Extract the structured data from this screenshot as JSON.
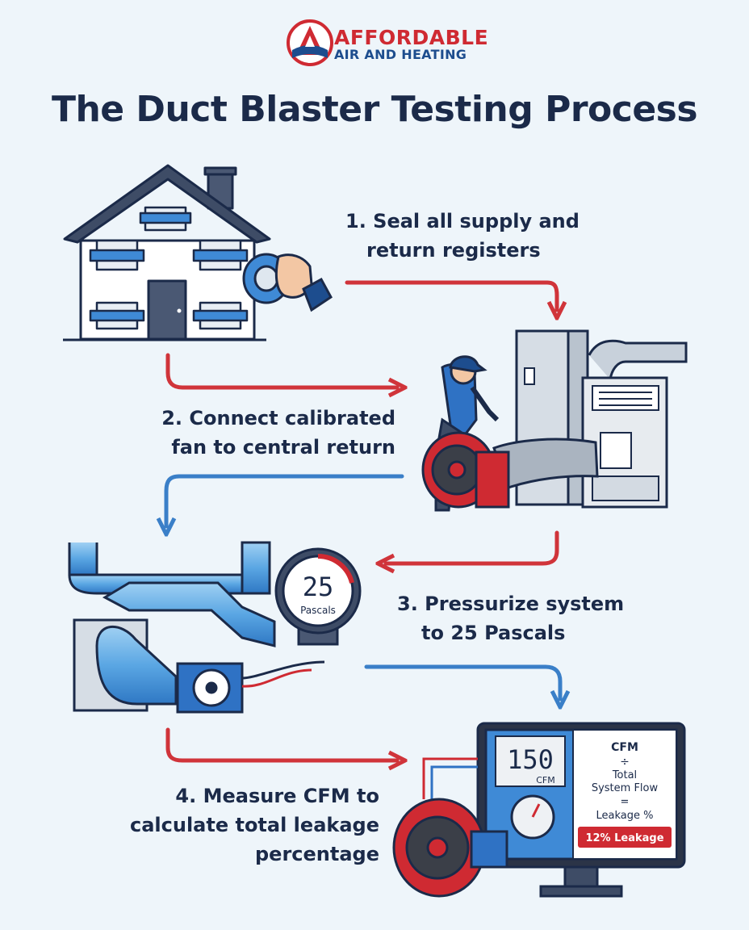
{
  "brand": {
    "line1": "AFFORDABLE",
    "line2": "AIR AND HEATING"
  },
  "title": "The Duct Blaster Testing Process",
  "steps": [
    {
      "line1": "1. Seal all supply and",
      "line2": "return registers"
    },
    {
      "line1": "2. Connect calibrated",
      "line2": "fan to central return"
    },
    {
      "line1": "3. Pressurize system",
      "line2": "to 25 Pascals"
    },
    {
      "line1": "4. Measure CFM to",
      "line2": "calculate total leakage",
      "line3": "percentage"
    }
  ],
  "gauge": {
    "value": "25",
    "unit": "Pascals"
  },
  "monitor": {
    "cfm_value": "150",
    "cfm_unit": "CFM",
    "formula_top": "CFM",
    "formula_divide": "÷",
    "formula_mid1": "Total",
    "formula_mid2": "System Flow",
    "formula_eq": "=",
    "formula_result": "Leakage %",
    "leakage_badge": "12% Leakage"
  },
  "colors": {
    "navy": "#1b2a49",
    "red": "#cf2a32",
    "blue": "#2f72c4",
    "arrow_red": "#d0343a",
    "arrow_blue": "#3a7fc8",
    "background": "#eef5fa"
  },
  "icons": [
    "logo-icon",
    "house-icon",
    "tape-hand-icon",
    "technician-icon",
    "furnace-icon",
    "duct-fan-icon",
    "ductwork-icon",
    "pressure-gauge-icon",
    "blower-fan-icon",
    "monitor-icon"
  ]
}
